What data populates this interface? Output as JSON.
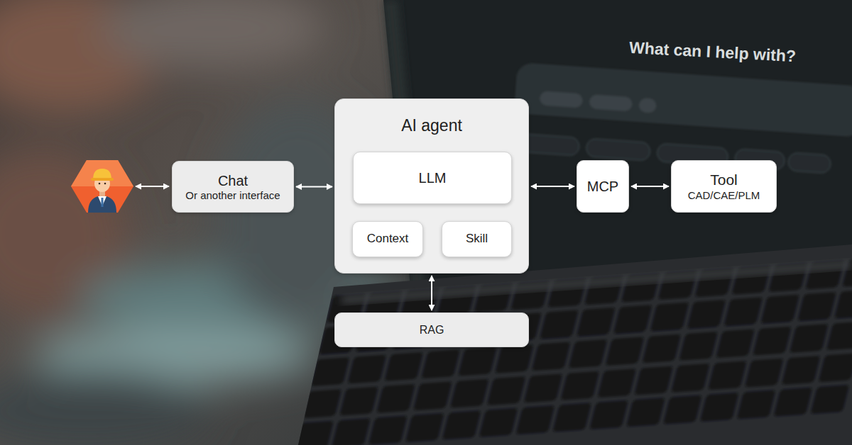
{
  "diagram": {
    "nodes": [
      {
        "text": [
          "Chat",
          "Or another interface"
        ]
      },
      {
        "text": [
          "AI agent"
        ]
      },
      {
        "text": [
          "LLM"
        ],
        "in": 1
      },
      {
        "text": [
          "Context"
        ],
        "in": 1
      },
      {
        "text": [
          "Skill"
        ],
        "in": 1
      },
      {
        "text": [
          "MCP"
        ]
      },
      {
        "text": [
          "Tool",
          "CAD/CAE/PLM"
        ]
      },
      {
        "text": [
          "RAG"
        ]
      }
    ],
    "edges": [
      {
        "from": 0,
        "to": 1,
        "arrow": "both"
      },
      {
        "from": 1,
        "to": 5,
        "arrow": "both"
      },
      {
        "from": 5,
        "to": 6,
        "arrow": "both"
      },
      {
        "from": 1,
        "to": 7,
        "arrow": "both"
      }
    ],
    "labels": [
      "What can I help with?"
    ]
  }
}
